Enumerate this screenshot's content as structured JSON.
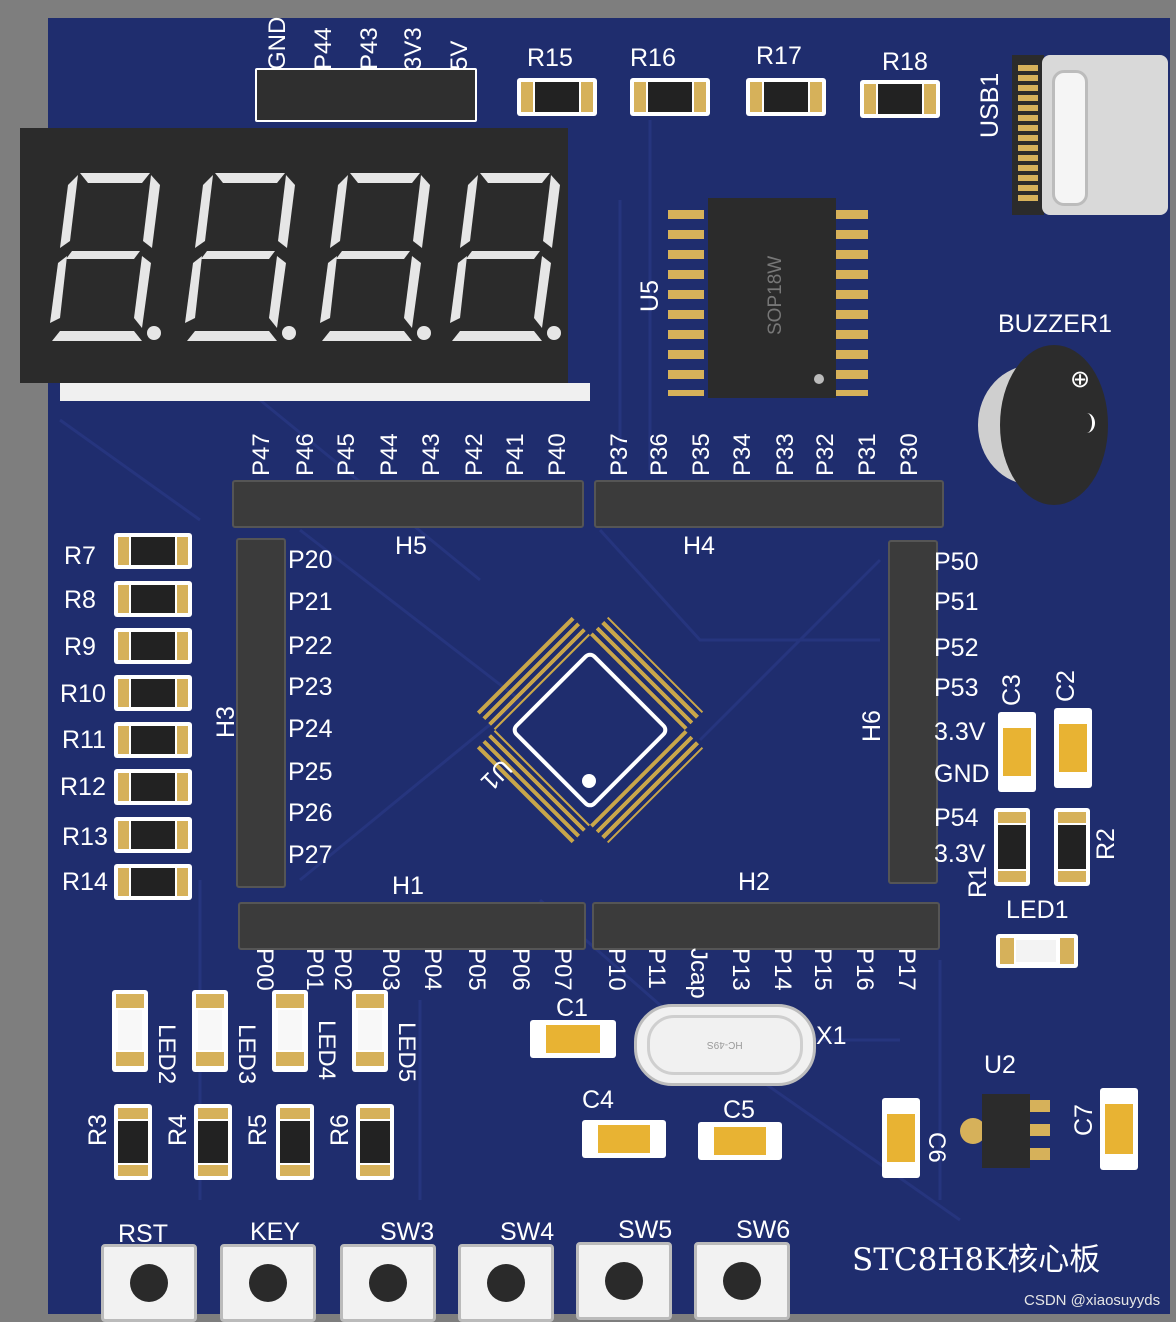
{
  "board": {
    "title": "STC8H8K核心板",
    "watermark": "CSDN @xiaosuyyds",
    "colors": {
      "pcb": "#1f2d6e",
      "silk": "#ffffff",
      "gold": "#d6b15a",
      "capacitor": "#e8b333"
    }
  },
  "top_header": {
    "pins": [
      "GND",
      "P44",
      "P43",
      "3V3",
      "5V"
    ]
  },
  "resistors_top": [
    "R15",
    "R16",
    "R17",
    "R18"
  ],
  "usb": {
    "label": "USB1"
  },
  "seven_seg": {
    "digits": 4
  },
  "u5": {
    "label": "U5",
    "package": "SOP18W"
  },
  "buzzer": {
    "label": "BUZZER1",
    "plus": "⊕"
  },
  "h5": {
    "label": "H5",
    "pins": [
      "P47",
      "P46",
      "P45",
      "P44",
      "P43",
      "P42",
      "P41",
      "P40"
    ]
  },
  "h4": {
    "label": "H4",
    "pins": [
      "P37",
      "P36",
      "P35",
      "P34",
      "P33",
      "P32",
      "P31",
      "P30"
    ]
  },
  "h3": {
    "label": "H3",
    "pins": [
      "P20",
      "P21",
      "P22",
      "P23",
      "P24",
      "P25",
      "P26",
      "P27"
    ]
  },
  "h6": {
    "label": "H6",
    "pins": [
      "P50",
      "P51",
      "P52",
      "P53",
      "3.3V",
      "GND",
      "P54",
      "3.3V"
    ]
  },
  "h1": {
    "label": "H1",
    "pins": [
      "P00",
      "P01",
      "P02",
      "P03",
      "P04",
      "P05",
      "P06",
      "P07"
    ]
  },
  "h2": {
    "label": "H2",
    "pins": [
      "P10",
      "P11",
      "Jcap",
      "P13",
      "P14",
      "P15",
      "P16",
      "P17"
    ]
  },
  "resistors_left": [
    "R7",
    "R8",
    "R9",
    "R10",
    "R11",
    "R12",
    "R13",
    "R14"
  ],
  "mcu": {
    "label": "U1"
  },
  "caps_right": [
    "C3",
    "C2"
  ],
  "resistors_right": [
    "R1",
    "R2"
  ],
  "led1": {
    "label": "LED1"
  },
  "leds_bottom": [
    "LED2",
    "LED3",
    "LED4",
    "LED5"
  ],
  "resistors_bottom": [
    "R3",
    "R4",
    "R5",
    "R6"
  ],
  "c1": {
    "label": "C1"
  },
  "crystal": {
    "label": "X1",
    "marking": "HC-49S"
  },
  "c4": {
    "label": "C4"
  },
  "c5": {
    "label": "C5"
  },
  "u2": {
    "label": "U2"
  },
  "c6": {
    "label": "C6"
  },
  "c7": {
    "label": "C7"
  },
  "buttons": [
    "RST",
    "KEY",
    "SW3",
    "SW4",
    "SW5",
    "SW6"
  ]
}
